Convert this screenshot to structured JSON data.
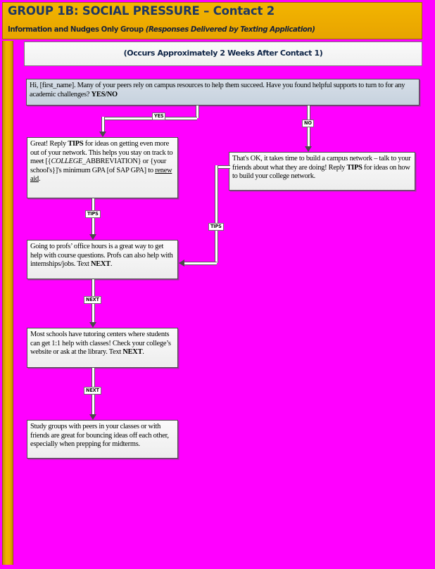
{
  "header": {
    "title": "GROUP 1B: SOCIAL PRESSURE – Contact 2",
    "subtitle_plain": "Information and Nudges Only Group ",
    "subtitle_italic": "(Responses Delivered by Texting Application)",
    "band_color": "#EFAE00",
    "title_color": "#1F3864"
  },
  "subtitle_strip": {
    "text": "(Occurs Approximately 2 Weeks After Contact 1)"
  },
  "canvas": {
    "background_color": "#FF00FF"
  },
  "flow": {
    "boxes": [
      {
        "id": "intro",
        "name": "message-box-intro",
        "style": "blueish",
        "text_runs": [
          {
            "t": "Hi, [first_name]. Many of your peers rely on campus resources to help them succeed. Have you found helpful supports to turn to for any academic challenges? ",
            "b": false
          },
          {
            "t": "YES/NO",
            "b": true
          }
        ],
        "plain": "Hi, [first_name]. Many of your peers rely on campus resources to help them succeed. Have you found helpful supports to turn to for any academic challenges? YES/NO"
      },
      {
        "id": "yes",
        "name": "message-box-yes-branch",
        "style": "whiteish",
        "plain": "Great! Reply TIPS for ideas on getting even more out of your network. This helps you stay on track to meet [{COLLEGE_ABBREVIATION} or {your school's}]'s minimum GPA [of SAP GPA] to renew aid."
      },
      {
        "id": "no",
        "name": "message-box-no-branch",
        "style": "whiteish",
        "plain": "That's OK, it takes time to build a campus network – talk to your friends about what they are doing! Reply TIPS for ideas on how to build your college network."
      },
      {
        "id": "prof",
        "name": "message-box-office-hours",
        "style": "whiteish",
        "plain": "Going to profs' office hours is a great way to get help with course questions. Profs can also help with internships/jobs. Text NEXT."
      },
      {
        "id": "tutor",
        "name": "message-box-tutoring",
        "style": "whiteish",
        "plain": "Most schools have tutoring centers where students can get 1:1 help with classes! Check your college's website or ask at the library. Text NEXT."
      },
      {
        "id": "study",
        "name": "message-box-study-groups",
        "style": "whiteish",
        "plain": "Study groups with peers in your classes or with friends are great for bouncing ideas off each other, especially when prepping for midterms."
      }
    ],
    "edge_labels": {
      "yes": "YES",
      "no": "NO",
      "tips_left": "TIPS",
      "tips_right": "TIPS",
      "next_1": "NEXT",
      "next_2": "NEXT"
    }
  }
}
